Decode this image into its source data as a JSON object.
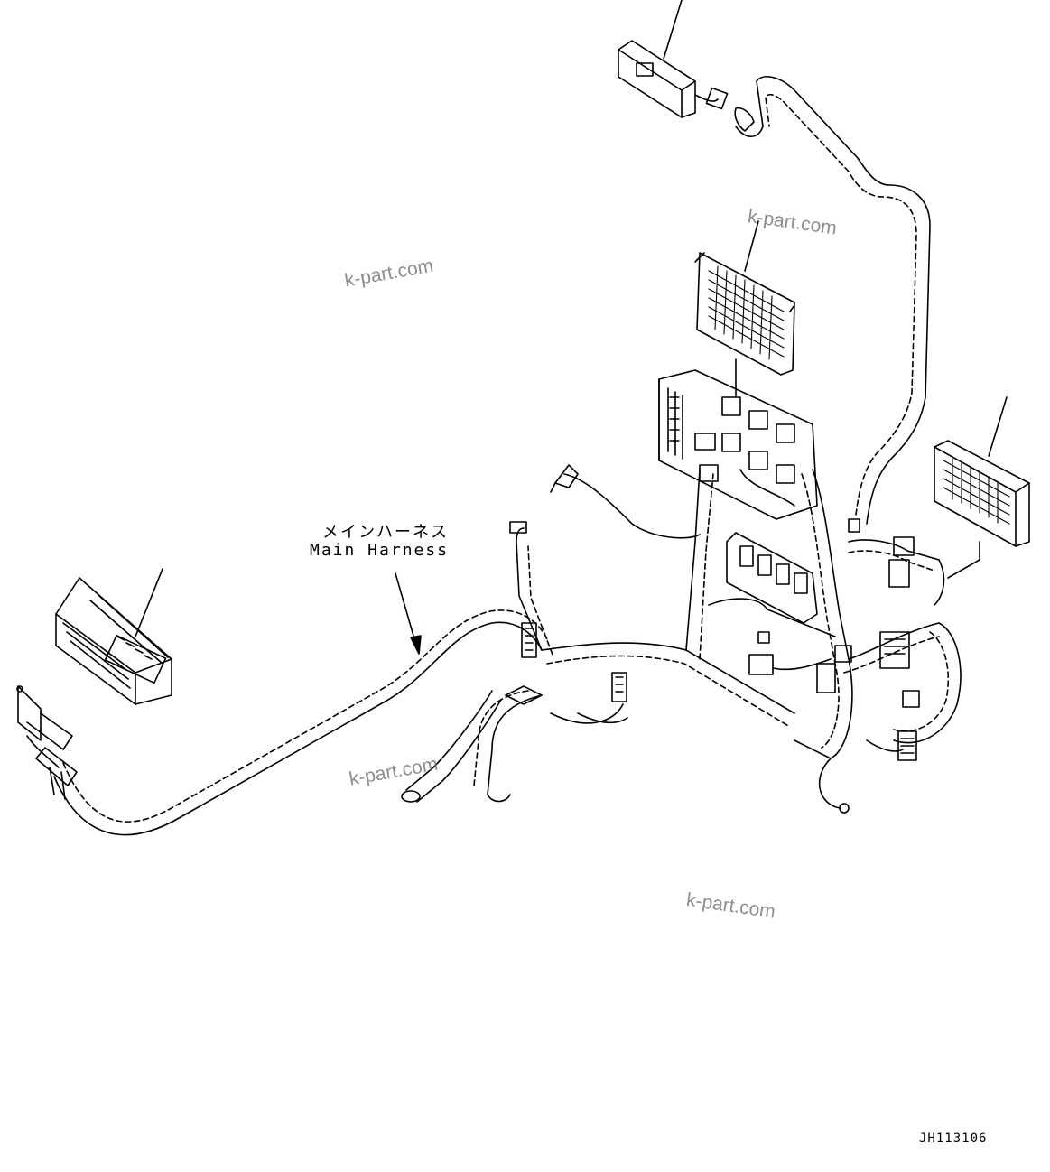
{
  "labels": {
    "part_name_jp": "メインハーネス",
    "part_name_en": "Main Harness"
  },
  "watermark": "k-part.com",
  "drawing_code": "JH113106",
  "colors": {
    "line": "#000000",
    "watermark": "#7a7a7a",
    "background": "#ffffff"
  }
}
